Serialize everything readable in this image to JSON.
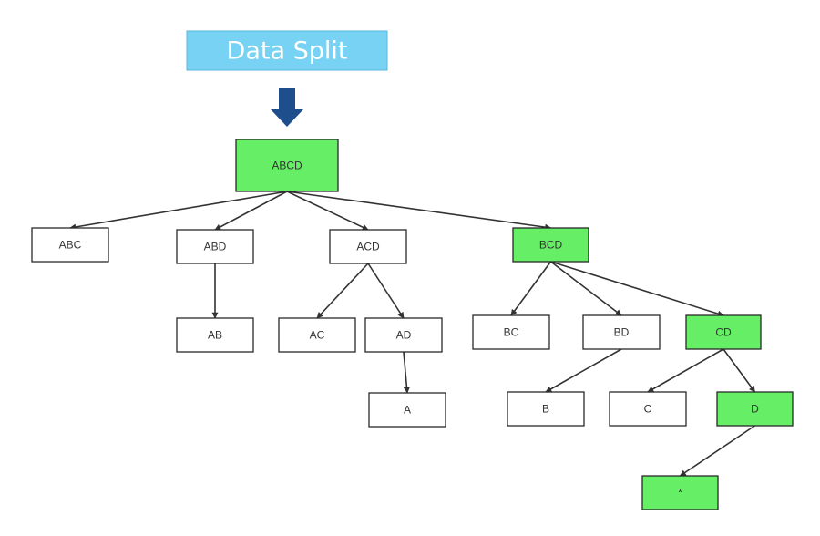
{
  "banner": {
    "title": "Data Split",
    "color": "#78d2f3",
    "arrow_color": "#1f4e8c"
  },
  "colors": {
    "highlight": "#66ee66",
    "plain": "#ffffff",
    "edge": "#333333"
  },
  "tree": {
    "nodes": [
      {
        "id": "abcd",
        "label": "ABCD",
        "highlight": true
      },
      {
        "id": "abc",
        "label": "ABC",
        "highlight": false
      },
      {
        "id": "abd",
        "label": "ABD",
        "highlight": false
      },
      {
        "id": "acd",
        "label": "ACD",
        "highlight": false
      },
      {
        "id": "bcd",
        "label": "BCD",
        "highlight": true
      },
      {
        "id": "ab",
        "label": "AB",
        "highlight": false
      },
      {
        "id": "ac",
        "label": "AC",
        "highlight": false
      },
      {
        "id": "ad",
        "label": "AD",
        "highlight": false
      },
      {
        "id": "bc",
        "label": "BC",
        "highlight": false
      },
      {
        "id": "bd",
        "label": "BD",
        "highlight": false
      },
      {
        "id": "cd",
        "label": "CD",
        "highlight": true
      },
      {
        "id": "a",
        "label": "A",
        "highlight": false
      },
      {
        "id": "b",
        "label": "B",
        "highlight": false
      },
      {
        "id": "c",
        "label": "C",
        "highlight": false
      },
      {
        "id": "d",
        "label": "D",
        "highlight": true
      },
      {
        "id": "empty",
        "label": "*",
        "highlight": true
      }
    ],
    "edges": [
      {
        "from": "abcd",
        "to": "abc"
      },
      {
        "from": "abcd",
        "to": "abd"
      },
      {
        "from": "abcd",
        "to": "acd"
      },
      {
        "from": "abcd",
        "to": "bcd"
      },
      {
        "from": "abd",
        "to": "ab"
      },
      {
        "from": "acd",
        "to": "ac"
      },
      {
        "from": "acd",
        "to": "ad"
      },
      {
        "from": "ad",
        "to": "a"
      },
      {
        "from": "bcd",
        "to": "bc"
      },
      {
        "from": "bcd",
        "to": "bd"
      },
      {
        "from": "bcd",
        "to": "cd"
      },
      {
        "from": "bd",
        "to": "b"
      },
      {
        "from": "cd",
        "to": "c"
      },
      {
        "from": "cd",
        "to": "d"
      },
      {
        "from": "d",
        "to": "empty"
      }
    ]
  }
}
